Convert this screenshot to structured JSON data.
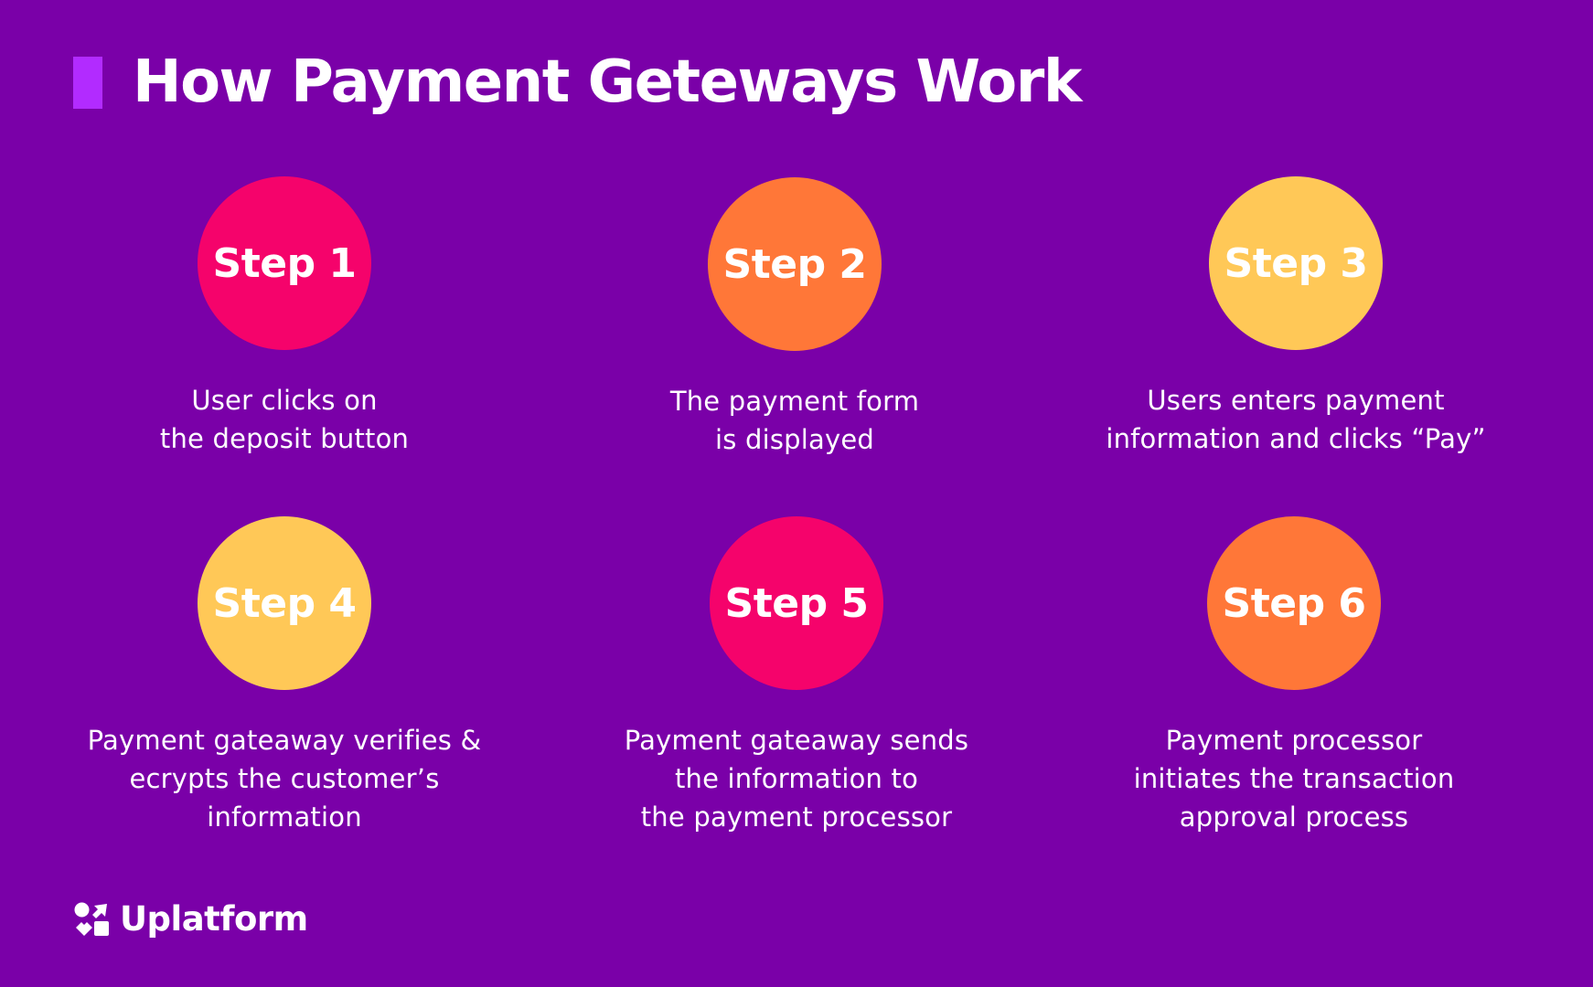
{
  "header": {
    "title": "How Payment Geteways Work",
    "accent_color": "#b22bff"
  },
  "theme": {
    "background": "#7a00a8",
    "text_color": "#ffffff",
    "pink": "#f5036b",
    "orange": "#ff7738",
    "yellow": "#ffc857"
  },
  "steps": [
    {
      "label": "Step 1",
      "color": "#f5036b",
      "lines": [
        "User clicks on",
        "the deposit button"
      ]
    },
    {
      "label": "Step 2",
      "color": "#ff7738",
      "lines": [
        "The payment form",
        "is displayed"
      ]
    },
    {
      "label": "Step 3",
      "color": "#ffc857",
      "lines": [
        "Users enters payment",
        "information and clicks “Pay”"
      ]
    },
    {
      "label": "Step 4",
      "color": "#ffc857",
      "lines": [
        "Payment gateaway verifies &",
        "ecrypts the customer’s",
        "information"
      ]
    },
    {
      "label": "Step 5",
      "color": "#f5036b",
      "lines": [
        "Payment gateaway sends",
        "the information to",
        "the payment processor"
      ]
    },
    {
      "label": "Step 6",
      "color": "#ff7738",
      "lines": [
        "Payment processor",
        "initiates the transaction",
        "approval process"
      ]
    }
  ],
  "footer": {
    "brand": "Uplatform",
    "logo_icon": "uplatform-logo-icon"
  }
}
